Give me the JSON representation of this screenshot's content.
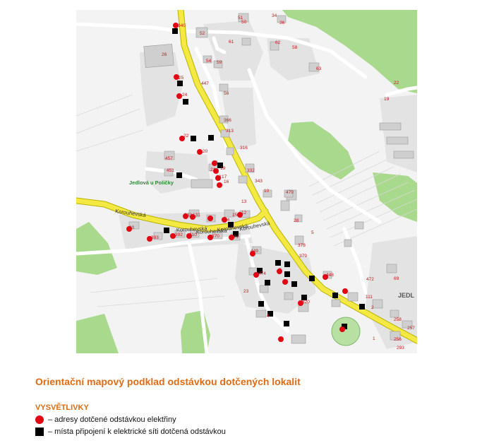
{
  "title": "Orientační mapový podklad odstávkou dotčených lokalit",
  "legend": {
    "heading": "VYSVĚTLIVKY",
    "items": [
      {
        "symbol": "red-dot",
        "text": "– adresy dotčené odstávkou elektřiny"
      },
      {
        "symbol": "black-square",
        "text": "– místa připojení k elektrické síti dotčená odstávkou"
      }
    ]
  },
  "map": {
    "place_label": "Jedlová u Poličky",
    "street_names": [
      "Korouhevská",
      "Korouhevská",
      "Korouhevská",
      "Korouhevská",
      "Korouhevská"
    ],
    "edge_label": "JEDL",
    "house_numbers": [
      "340",
      "52",
      "51",
      "50",
      "34",
      "36",
      "26",
      "61",
      "62",
      "58",
      "54",
      "59",
      "63",
      "25",
      "447",
      "22",
      "24",
      "56",
      "19",
      "366",
      "313",
      "22",
      "20",
      "316",
      "457",
      "23",
      "19",
      "21",
      "18",
      "17",
      "451",
      "16",
      "332",
      "343",
      "479",
      "10",
      "13",
      "333",
      "131",
      "15",
      "12",
      "30",
      "28",
      "5",
      "393",
      "392",
      "310",
      "370",
      "24",
      "391",
      "378",
      "449",
      "379",
      "474",
      "7",
      "448",
      "472",
      "69",
      "6",
      "23",
      "320",
      "111",
      "2",
      "258",
      "4",
      "257",
      "1",
      "256",
      "293"
    ],
    "colors": {
      "road_main": "#f4e842",
      "road_edge": "#b8b300",
      "forest": "#a8d98a",
      "building": "#cfcfcf",
      "address_dot": "#e30613",
      "connection_point": "#000000"
    }
  }
}
